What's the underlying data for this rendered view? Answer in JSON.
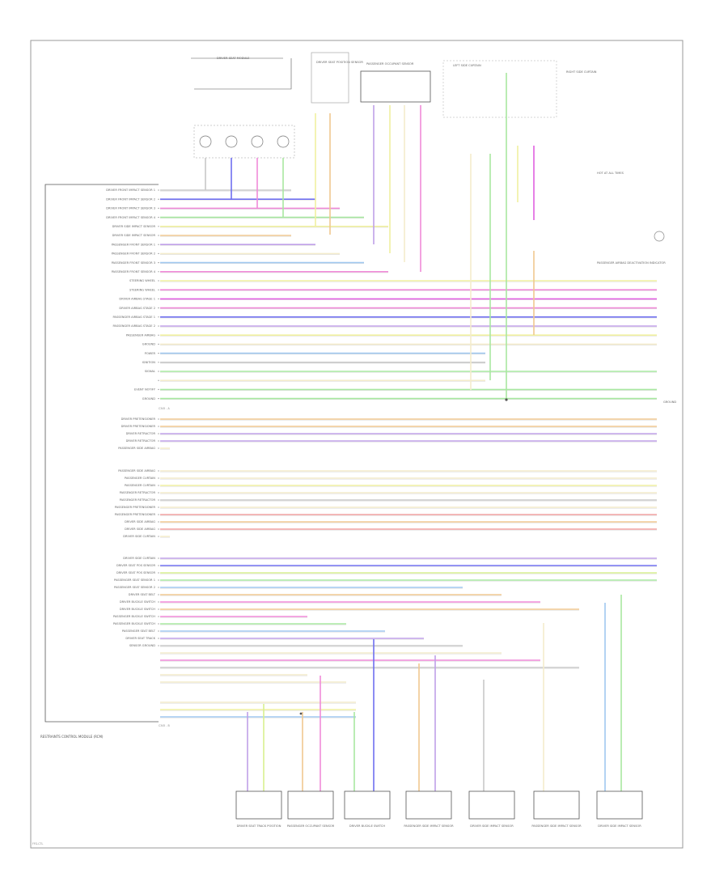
{
  "diagram": {
    "module_caption": "RESTRAINTS CONTROL MODULE (RCM)",
    "connector_a": "C345 - A",
    "connector_b": "C345 - B",
    "footer_code": "FFG-CTL"
  },
  "top_components": [
    {
      "id": "drv_seat_module",
      "label": "DRIVER SEAT MODULE"
    },
    {
      "id": "occupant_class",
      "label": "DRIVER SEAT POSITION SENSOR"
    },
    {
      "id": "passenger_sensor",
      "label": "PASSENGER OCCUPANT SENSOR"
    },
    {
      "id": "left_sensor",
      "label": "LEFT SIDE CURTAIN"
    },
    {
      "id": "right_sensor",
      "label": "RIGHT SIDE CURTAIN"
    }
  ],
  "left_labels": [
    "DRIVER FRONT IMPACT SENSOR 1",
    "DRIVER FRONT IMPACT SENSOR 2",
    "DRIVER FRONT IMPACT SENSOR 3",
    "DRIVER FRONT IMPACT SENSOR 4",
    "DRIVER SIDE IMPACT SENSOR",
    "DRIVER SIDE IMPACT SENSOR",
    "PASSENGER FRONT SENSOR 1",
    "PASSENGER FRONT SENSOR 2",
    "PASSENGER FRONT SENSOR 3",
    "PASSENGER FRONT SENSOR 4",
    "STEERING WHEEL",
    "STEERING WHEEL",
    "DRIVER AIRBAG STAGE 1",
    "DRIVER AIRBAG STAGE 2",
    "PASSENGER AIRBAG STAGE 1",
    "PASSENGER AIRBAG STAGE 2",
    "PASSENGER AIRBAG",
    "GROUND",
    "POWER",
    "IGNITION",
    "SIGNAL",
    "",
    "EVENT NOTIFY",
    "GROUND",
    "DRIVER PRETENSIONER",
    "DRIVER PRETENSIONER",
    "DRIVER RETRACTOR",
    "DRIVER RETRACTOR",
    "PASSENGER SIDE AIRBAG",
    "PASSENGER SIDE AIRBAG",
    "PASSENGER CURTAIN",
    "PASSENGER CURTAIN",
    "PASSENGER RETRACTOR",
    "PASSENGER RETRACTOR",
    "PASSENGER PRETENSIONER",
    "PASSENGER PRETENSIONER",
    "DRIVER SIDE AIRBAG",
    "DRIVER SIDE AIRBAG",
    "DRIVER SIDE CURTAIN",
    "DRIVER SIDE CURTAIN",
    "DRIVER SEAT POS SENSOR",
    "DRIVER SEAT POS SENSOR",
    "PASSENGER SEAT SENSOR 1",
    "PASSENGER SEAT SENSOR 2",
    "DRIVER SEAT BELT",
    "DRIVER BUCKLE SWITCH",
    "DRIVER BUCKLE SWITCH",
    "PASSENGER BUCKLE SWITCH",
    "PASSENGER BUCKLE SWITCH",
    "PASSENGER SEAT BELT",
    "DRIVER SEAT TRACK",
    "SENSOR GROUND"
  ],
  "bottom_components": [
    {
      "label": "DRIVER SEAT TRACK POSITION"
    },
    {
      "label": "PASSENGER OCCUPANT SENSOR"
    },
    {
      "label": "DRIVER BUCKLE SWITCH"
    },
    {
      "label": "PASSENGER SIDE IMPACT SENSOR"
    },
    {
      "label": "DRIVER SIDE IMPACT SENSOR"
    },
    {
      "label": "PASSENGER SIDE IMPACT SENSOR"
    },
    {
      "label": "DRIVER SIDE IMPACT SENSOR"
    }
  ],
  "notes": {
    "hot_at_all_times": "HOT AT ALL TIMES",
    "ground": "GROUND",
    "passenger_airbag_indicator": "PASSENGER AIRBAG DEACTIVATION INDICATOR"
  },
  "wire_colors": {
    "gray": "#c8c8c8",
    "blue": "#7070f0",
    "pink": "#f08ad8",
    "green": "#a8e8a0",
    "yellow": "#f0f0a0",
    "orange": "#f0c890",
    "violet": "#c0a0e8",
    "lightblue": "#a0c8f0",
    "red": "#f0a0a0",
    "tan": "#f4eccc",
    "magenta": "#e060e0",
    "yelgreen": "#d8f090"
  }
}
